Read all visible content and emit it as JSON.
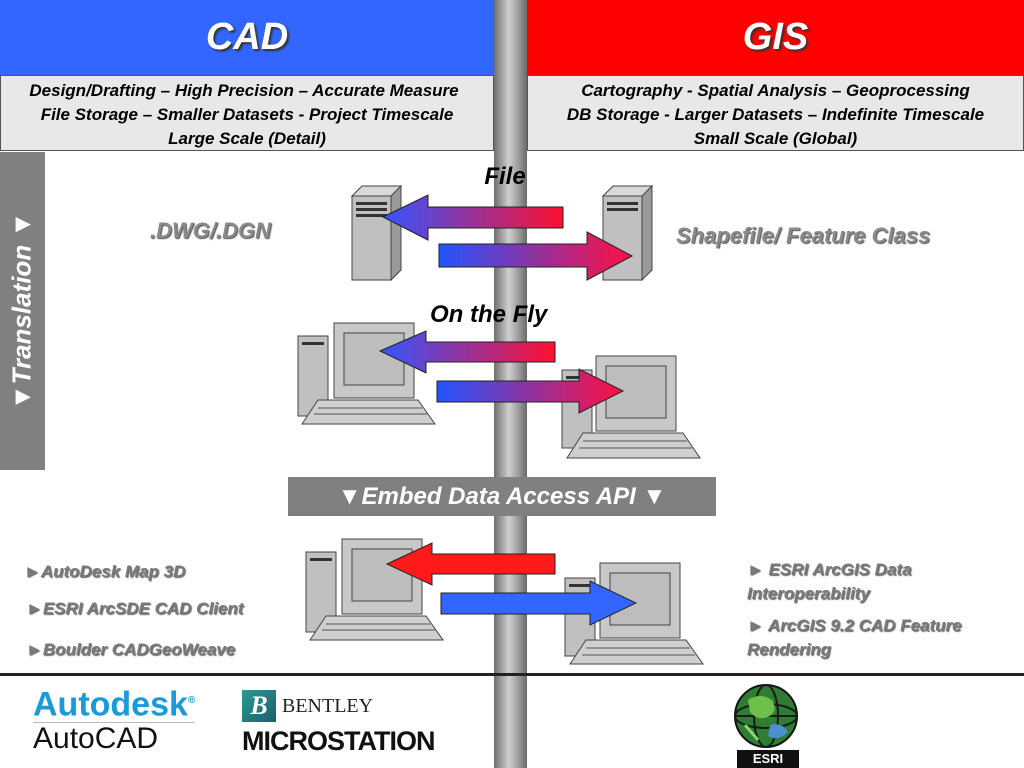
{
  "header": {
    "cad_title": "CAD",
    "gis_title": "GIS",
    "cad_color": "#3366ff",
    "gis_color": "#ff0000"
  },
  "cad_desc": [
    "Design/Drafting – High Precision – Accurate Measure",
    "File Storage – Smaller Datasets - Project Timescale",
    "Large Scale (Detail)"
  ],
  "gis_desc": [
    "Cartography - Spatial Analysis – Geoprocessing",
    "DB Storage - Larger Datasets – Indefinite Timescale",
    "Small Scale (Global)"
  ],
  "translation": {
    "label": "▼Translation ▼"
  },
  "file": {
    "label": "File",
    "cad_format": ".DWG/.DGN",
    "gis_format": "Shapefile/ Feature Class"
  },
  "on_the_fly": {
    "label": "On the Fly"
  },
  "embed_api": {
    "label": "▼Embed Data Access API ▼"
  },
  "cad_products": [
    "►AutoDesk Map 3D",
    "►ESRI ArcSDE CAD Client",
    "►Boulder CADGeoWeave"
  ],
  "gis_products": [
    "► ESRI ArcGIS Data Interoperability",
    "► ArcGIS 9.2 CAD Feature Rendering"
  ],
  "logos": {
    "autodesk_name": "Autodesk",
    "autodesk_reg": "®",
    "autocad_name": "AutoCAD",
    "bentley_name": "BENTLEY",
    "microstation_name": "MICROSTATION",
    "esri_name": "ESRI"
  }
}
